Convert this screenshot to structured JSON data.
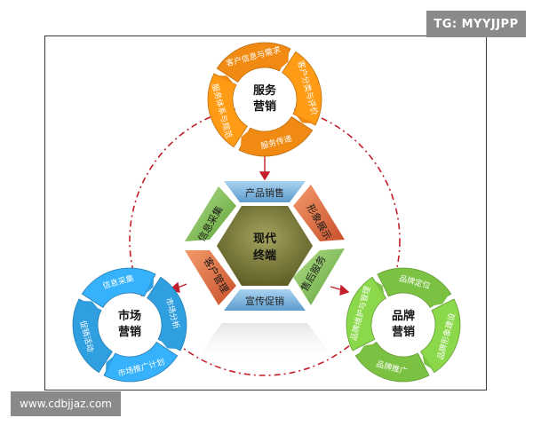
{
  "watermarks": {
    "top_right": "TG: MYYJJPP",
    "bottom_left": "www.cdbjjaz.com"
  },
  "center": {
    "line1": "现代",
    "line2": "终端"
  },
  "hexagon": {
    "top": "产品销售",
    "top_right": "形象展示",
    "bottom_right": "售后服务",
    "bottom": "宣传促销",
    "bottom_left": "客户管理",
    "top_left": "信息采集"
  },
  "wheels": {
    "service": {
      "line1": "服务",
      "line2": "营销",
      "color": "#f08a12",
      "segments": [
        "客户信息与需求",
        "客户分类与评价",
        "服务传递",
        "服务体系与规范"
      ]
    },
    "market": {
      "line1": "市场",
      "line2": "营销",
      "color": "#2f9fe0",
      "segments": [
        "市场分析",
        "市场推广计划",
        "促销活动",
        "信息采集"
      ]
    },
    "brand": {
      "line1": "品牌",
      "line2": "营销",
      "color": "#7cc242",
      "segments": [
        "品牌定位",
        "品牌形象建设",
        "品牌推广",
        "品牌维护与管理"
      ]
    }
  },
  "colors": {
    "dash_circle": "#c41e2a",
    "hex_blue": "#7fb6e0",
    "hex_orange": "#e26a3a",
    "hex_green": "#86c159",
    "hex_center": "#7b7a3b"
  }
}
